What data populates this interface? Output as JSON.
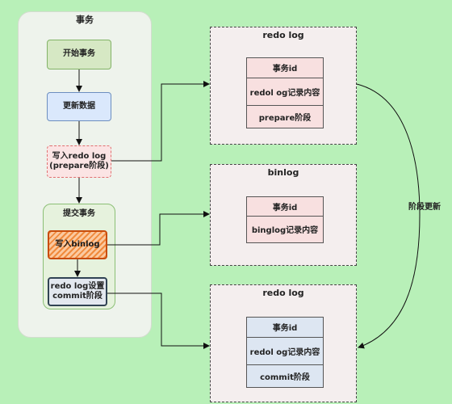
{
  "transaction": {
    "title": "事务",
    "start": "开始事务",
    "update": "更新数据",
    "write_redo": "写入redo log\n(prepare阶段)",
    "commit_group": {
      "title": "提交事务",
      "write_binlog": "写入binlog",
      "redo_commit": "redo log设置\ncommit阶段"
    }
  },
  "redo_log_top": {
    "title": "redo log",
    "rows": [
      "事务id",
      "redol og记录内容",
      "prepare阶段"
    ]
  },
  "binlog": {
    "title": "binlog",
    "rows": [
      "事务id",
      "binglog记录内容"
    ]
  },
  "redo_log_bottom": {
    "title": "redo log",
    "rows": [
      "事务id",
      "redol og记录内容",
      "commit阶段"
    ]
  },
  "phase_update_label": "阶段更新",
  "colors": {
    "background": "#b8f0b8",
    "redo_top_table": "#f8e0e0",
    "redo_bottom_table": "#dde6f2",
    "binlog_highlight": "#f08a3c"
  }
}
